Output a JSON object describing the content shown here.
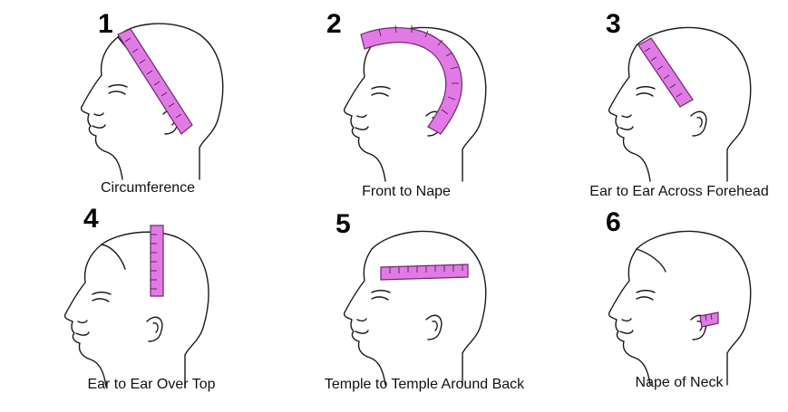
{
  "colors": {
    "tape_fill": "#e27ae6",
    "tape_stroke": "#6b2a6e",
    "line": "#1a1a1a"
  },
  "panels": [
    {
      "number": "1",
      "caption": "Circumference"
    },
    {
      "number": "2",
      "caption": "Front to Nape"
    },
    {
      "number": "3",
      "caption": "Ear to Ear Across Forehead"
    },
    {
      "number": "4",
      "caption": "Ear to Ear Over Top"
    },
    {
      "number": "5",
      "caption": "Temple to Temple Around Back"
    },
    {
      "number": "6",
      "caption": "Nape of Neck"
    }
  ]
}
